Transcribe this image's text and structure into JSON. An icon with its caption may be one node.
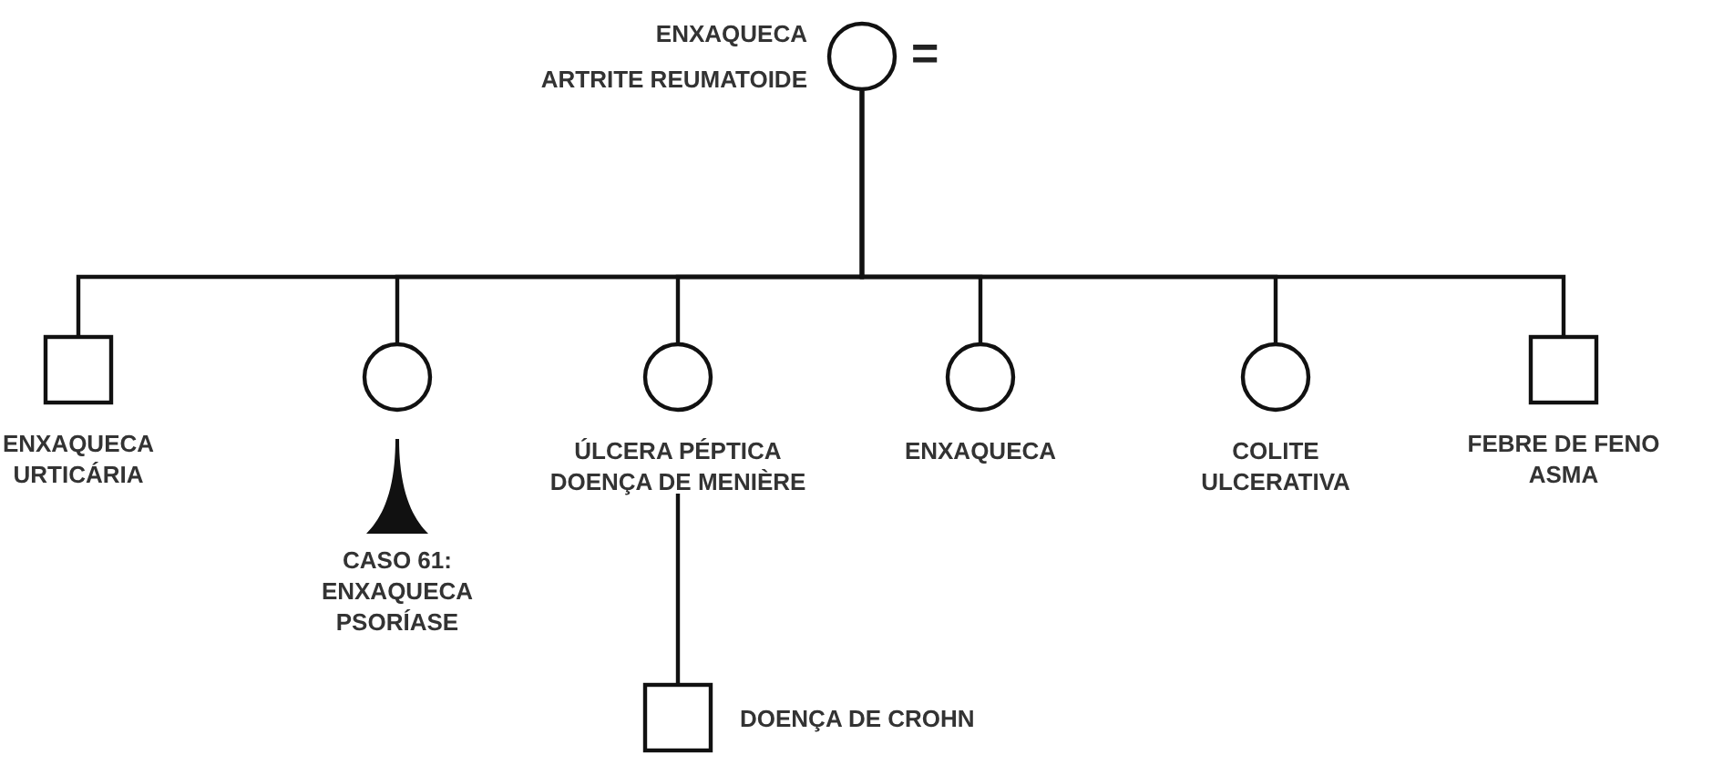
{
  "diagram": {
    "nodes": [
      {
        "text": [],
        "shape": "circle",
        "beside": [
          "ENXAQUECA",
          "ARTRITE REUMATOIDE"
        ]
      },
      {
        "text": [],
        "shape": "box",
        "beside": [
          "ENXAQUECA",
          "URTICÁRIA"
        ]
      },
      {
        "text": [],
        "shape": "circle",
        "beside": [
          "CASO 61:",
          "ENXAQUECA",
          "PSORÍASE"
        ]
      },
      {
        "text": [],
        "shape": "circle",
        "beside": [
          "ÚLCERA PÉPTICA",
          "DOENÇA DE MENIÈRE"
        ]
      },
      {
        "text": [],
        "shape": "circle",
        "beside": [
          "ENXAQUECA"
        ]
      },
      {
        "text": [],
        "shape": "circle",
        "beside": [
          "COLITE ULCERATIVA"
        ]
      },
      {
        "text": [],
        "shape": "box",
        "beside": [
          "FEBRE DE FENO",
          "ASMA"
        ]
      },
      {
        "text": [],
        "shape": "box",
        "beside": [
          "DOENÇA DE CROHN"
        ]
      }
    ],
    "edges": [
      {
        "from": 0,
        "to": 1,
        "arrow": "none"
      },
      {
        "from": 0,
        "to": 2,
        "arrow": "none"
      },
      {
        "from": 0,
        "to": 3,
        "arrow": "none"
      },
      {
        "from": 0,
        "to": 4,
        "arrow": "none"
      },
      {
        "from": 0,
        "to": 5,
        "arrow": "none"
      },
      {
        "from": 0,
        "to": 6,
        "arrow": "none"
      },
      {
        "from": 3,
        "to": 7,
        "arrow": "none"
      }
    ],
    "labels": [
      "="
    ]
  }
}
